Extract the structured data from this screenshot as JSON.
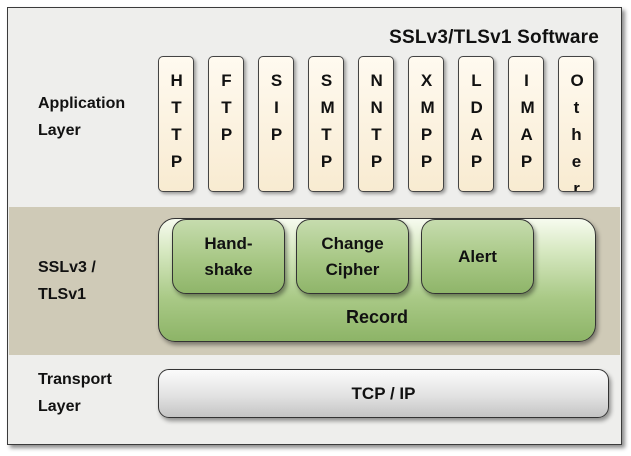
{
  "title": "SSLv3/TLSv1 Software",
  "layers": {
    "application": "Application\nLayer",
    "ssl": "SSLv3 /\nTLSv1",
    "transport": "Transport\nLayer"
  },
  "application_protocols": [
    "HTTP",
    "FTP",
    "SIP",
    "SMTP",
    "NNTP",
    "XMPP",
    "LDAP",
    "IMAP",
    "Other"
  ],
  "ssl_protocols": {
    "handshake": "Hand-\nshake",
    "change_cipher": "Change\nCipher",
    "alert": "Alert",
    "record": "Record"
  },
  "transport_protocol": "TCP / IP",
  "colors": {
    "frame_bg": "#eeeeec",
    "ssl_band": "#cfcab7",
    "app_box": "#fdf5e4",
    "ssl_green": "#a7c784",
    "tcp_gray": "#dcdcdc"
  }
}
